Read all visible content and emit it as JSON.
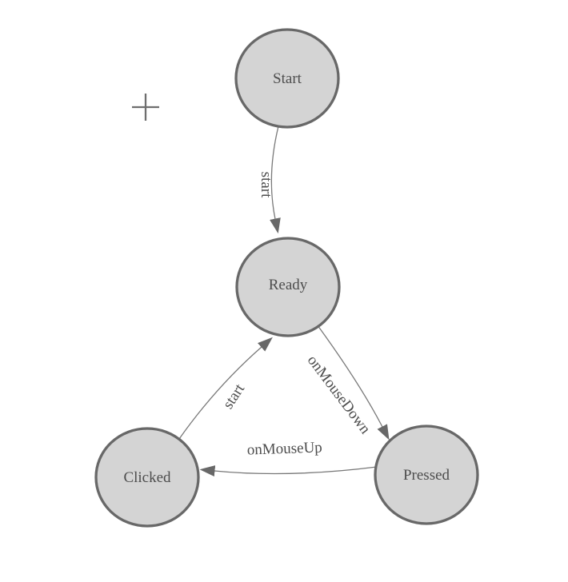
{
  "diagram": {
    "kind": "state-machine",
    "nodes": [
      {
        "id": "start",
        "label": "Start"
      },
      {
        "id": "ready",
        "label": "Ready"
      },
      {
        "id": "clicked",
        "label": "Clicked"
      },
      {
        "id": "pressed",
        "label": "Pressed"
      }
    ],
    "edges": [
      {
        "from": "Start",
        "to": "Ready",
        "label": "start"
      },
      {
        "from": "Ready",
        "to": "Pressed",
        "label": "onMouseDown"
      },
      {
        "from": "Pressed",
        "to": "Clicked",
        "label": "onMouseUp"
      },
      {
        "from": "Clicked",
        "to": "Ready",
        "label": "start"
      }
    ]
  },
  "palette": {
    "background": "#ffffff",
    "node_fill": "#d4d4d4",
    "node_stroke": "#686868",
    "edge_stroke": "#787878",
    "arrow_fill": "#686868",
    "text_color": "#4d4d4d",
    "plus_color": "#6e6e6e"
  }
}
